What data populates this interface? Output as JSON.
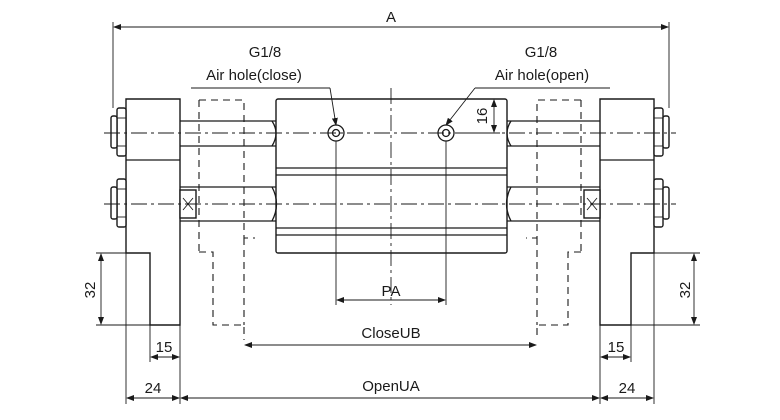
{
  "dimensions": {
    "overall": "A",
    "pitch": "PA",
    "close_stroke": "CloseUB",
    "open_stroke": "OpenUA",
    "hole_offset": "16",
    "left_height": "32",
    "right_height": "32",
    "left_inner_width": "15",
    "right_inner_width": "15",
    "left_outer_width": "24",
    "right_outer_width": "24"
  },
  "ports": {
    "close": {
      "thread": "G1/8",
      "label": "Air hole(close)"
    },
    "open": {
      "thread": "G1/8",
      "label": "Air hole(open)"
    }
  }
}
